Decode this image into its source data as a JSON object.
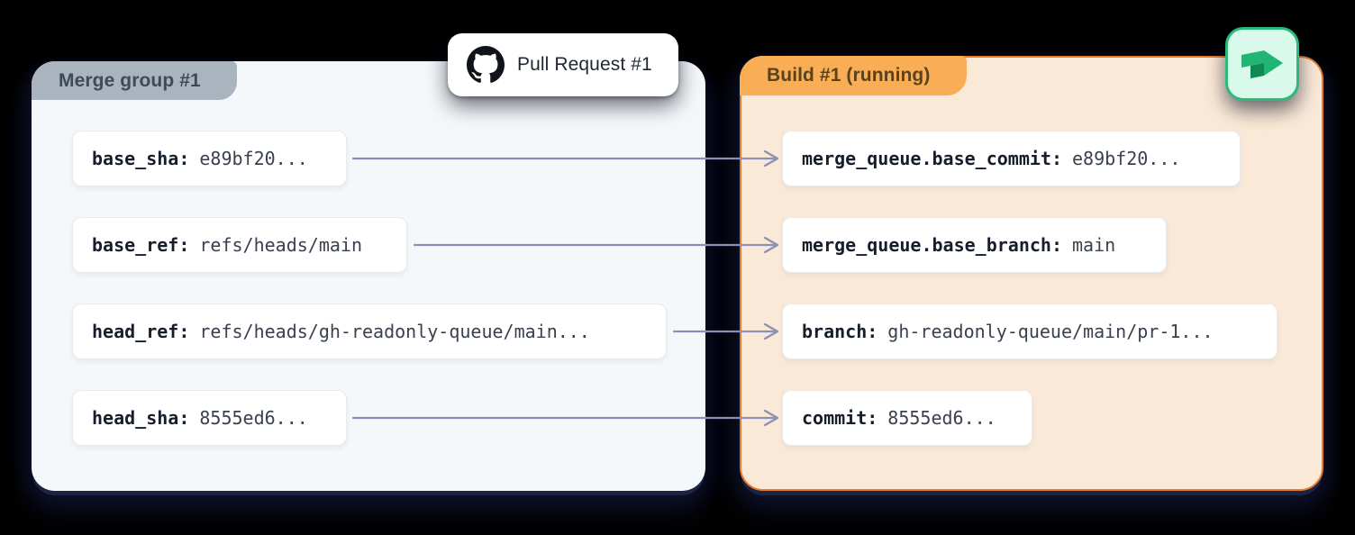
{
  "merge_group_panel": {
    "title": "Merge group #1",
    "tab_bg": "#a9b4be",
    "panel_bg": "#f5f8fa",
    "fields": [
      {
        "label": "base_sha:",
        "value": "e89bf20..."
      },
      {
        "label": "base_ref:",
        "value": "refs/heads/main"
      },
      {
        "label": "head_ref:",
        "value": "refs/heads/gh-readonly-queue/main..."
      },
      {
        "label": "head_sha:",
        "value": "8555ed6..."
      }
    ]
  },
  "pull_request_card": {
    "label": "Pull Request #1",
    "icon": "github-icon"
  },
  "build_panel": {
    "title": "Build #1 (running)",
    "tab_bg": "#f9ae55",
    "panel_bg": "#fbe9d8",
    "border_color": "#e87b2a",
    "fields": [
      {
        "label": "merge_queue.base_commit:",
        "value": "e89bf20..."
      },
      {
        "label": "merge_queue.base_branch:",
        "value": "main"
      },
      {
        "label": "branch:",
        "value": "gh-readonly-queue/main/pr-1..."
      },
      {
        "label": "commit:",
        "value": "8555ed6..."
      }
    ]
  },
  "buildkite_tile": {
    "icon": "buildkite-icon",
    "tile_bg": "#d9faea",
    "tile_border": "#2abb7b",
    "logo_green_bright": "#21b573",
    "logo_green_dark": "#0d8a4f"
  },
  "arrow_color": "#8c8fba"
}
